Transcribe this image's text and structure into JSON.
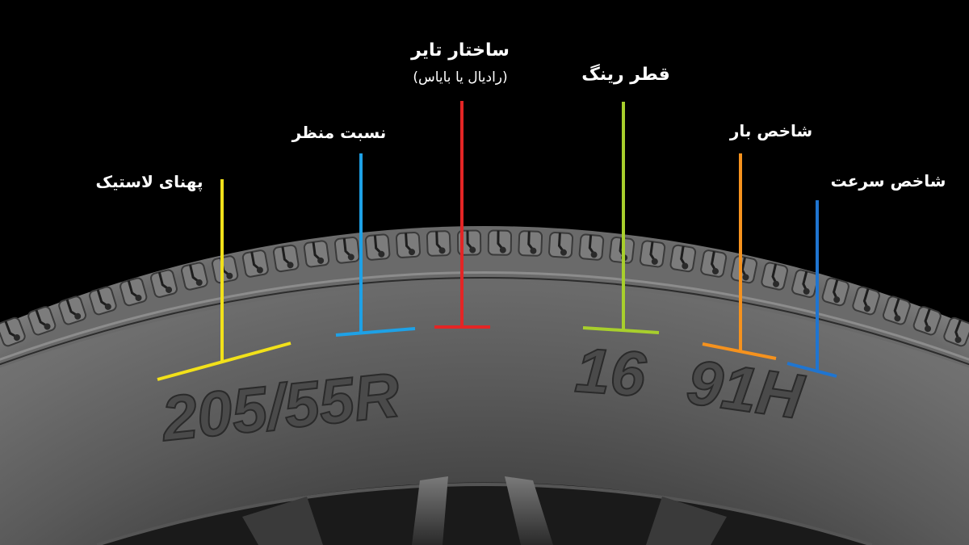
{
  "sidewall_text": {
    "part1": "205/55R",
    "part2": "16",
    "part3": "91H"
  },
  "callouts": [
    {
      "id": "width",
      "title": "پهنای لاستیک",
      "subtitle": "",
      "color": "#f2e11a"
    },
    {
      "id": "aspect",
      "title": "نسبت منظر",
      "subtitle": "",
      "color": "#1ea1e6"
    },
    {
      "id": "construction",
      "title": "ساختار تایر",
      "subtitle": "(رادیال یا بایاس)",
      "color": "#e42525"
    },
    {
      "id": "rim",
      "title": "قطر رینگ",
      "subtitle": "",
      "color": "#a8cf2c"
    },
    {
      "id": "load",
      "title": "شاخص بار",
      "subtitle": "",
      "color": "#f5921e"
    },
    {
      "id": "speed",
      "title": "شاخص سرعت",
      "subtitle": "",
      "color": "#1f75d1"
    }
  ]
}
